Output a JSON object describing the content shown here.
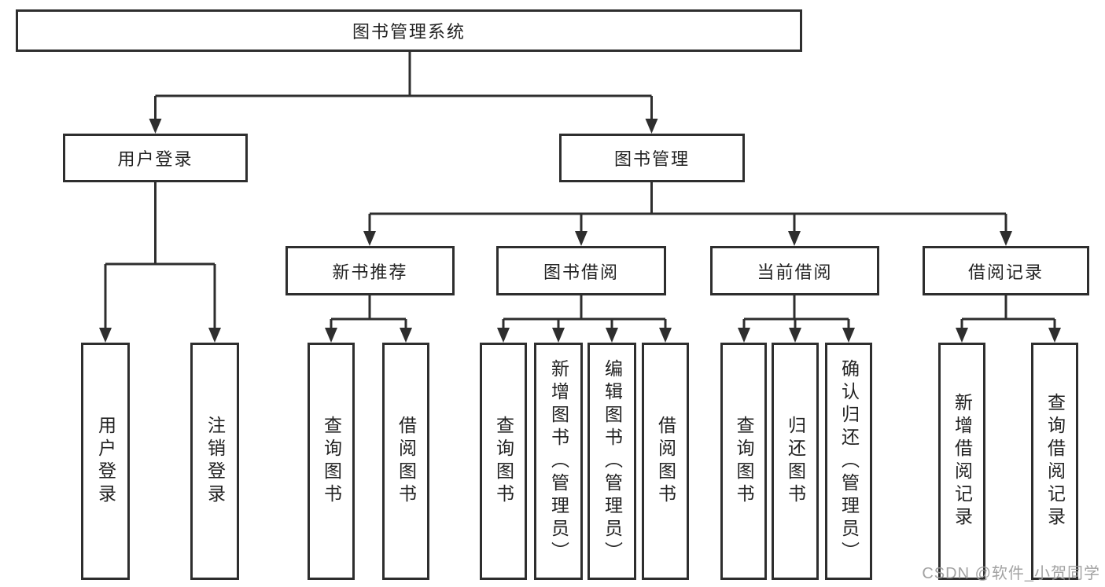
{
  "colors": {
    "line": "#2e2e2e",
    "text": "#222222",
    "watermark": "#9b9b9b",
    "background": "#ffffff"
  },
  "watermark": "CSDN @软件_小贺同学",
  "tree": {
    "label": "图书管理系统",
    "children": [
      {
        "label": "用户登录",
        "children": [
          {
            "label": "用户登录"
          },
          {
            "label": "注销登录"
          }
        ]
      },
      {
        "label": "图书管理",
        "children": [
          {
            "label": "新书推荐",
            "children": [
              {
                "label": "查询图书"
              },
              {
                "label": "借阅图书"
              }
            ]
          },
          {
            "label": "图书借阅",
            "children": [
              {
                "label": "查询图书"
              },
              {
                "label": "新增图书（管理员）"
              },
              {
                "label": "编辑图书（管理员）"
              },
              {
                "label": "借阅图书"
              }
            ]
          },
          {
            "label": "当前借阅",
            "children": [
              {
                "label": "查询图书"
              },
              {
                "label": "归还图书"
              },
              {
                "label": "确认归还（管理员）"
              }
            ]
          },
          {
            "label": "借阅记录",
            "children": [
              {
                "label": "新增借阅记录"
              },
              {
                "label": "查询借阅记录"
              }
            ]
          }
        ]
      }
    ]
  }
}
